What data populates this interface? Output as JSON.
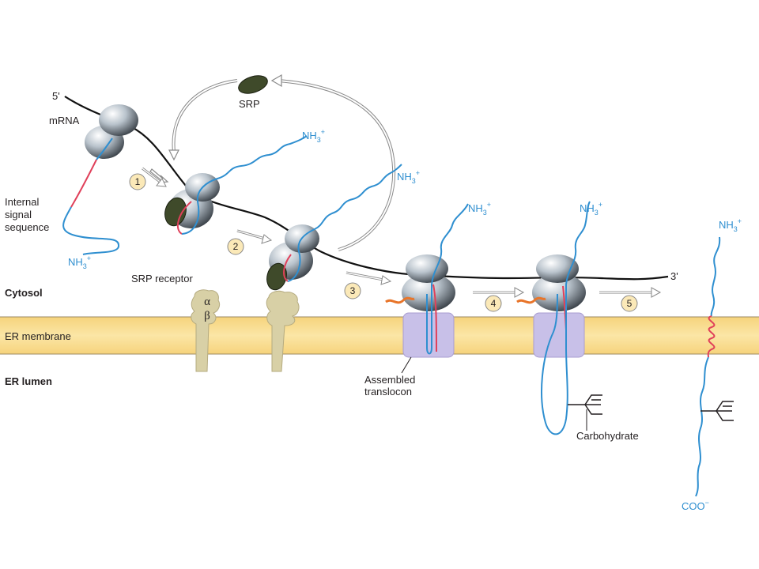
{
  "labels": {
    "five_prime": "5'",
    "three_prime": "3'",
    "mrna": "mRNA",
    "srp": "SRP",
    "internal_signal_1": "Internal",
    "internal_signal_2": "signal",
    "internal_signal_3": "sequence",
    "srp_receptor": "SRP receptor",
    "alpha": "α",
    "beta": "β",
    "cytosol": "Cytosol",
    "er_membrane": "ER membrane",
    "er_lumen": "ER lumen",
    "assembled_1": "Assembled",
    "assembled_2": "translocon",
    "carbohydrate": "Carbohydrate",
    "nh3": "NH",
    "nh3_sub": "3",
    "nh3_sup": "+",
    "coo": "COO",
    "coo_sup": "−"
  },
  "steps": [
    "1",
    "2",
    "3",
    "4",
    "5"
  ],
  "colors": {
    "membrane": "#f8dc8c",
    "membrane_edge": "#a08a5a",
    "protein_chain": "#2f8fd0",
    "signal_sequence": "#e0405a",
    "srp": "#3f4a2a",
    "translocon": "#c8c0e8",
    "receptor": "#d8d0a6",
    "step_circle": "#fbe9b8"
  }
}
